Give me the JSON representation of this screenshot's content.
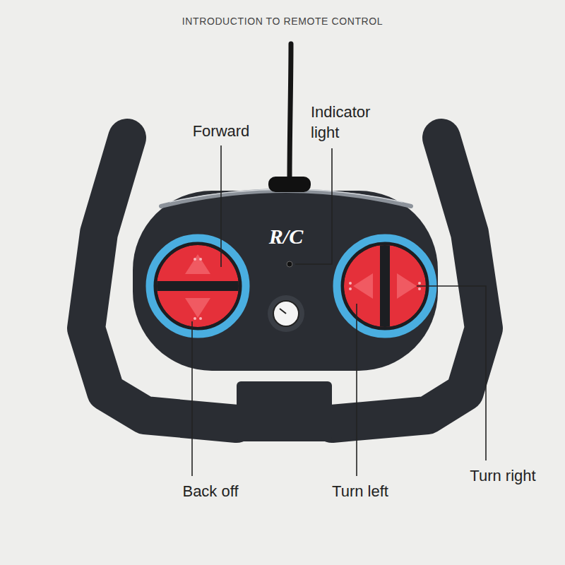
{
  "diagram": {
    "title": "INTRODUCTION TO REMOTE CONTROL",
    "labels": [
      "Forward",
      "Indicator light",
      "R/C",
      "Back off",
      "Turn left",
      "Turn right"
    ]
  }
}
